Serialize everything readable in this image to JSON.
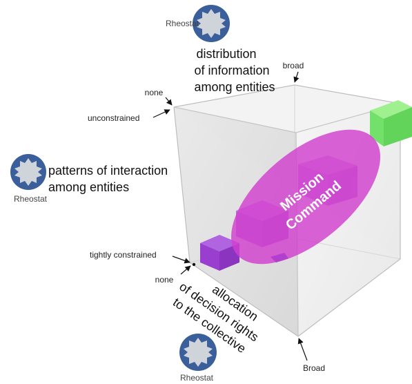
{
  "diagram": {
    "rheostats": [
      {
        "label": "Rheostat"
      },
      {
        "label": "Rheostat"
      },
      {
        "label": "Rheostat"
      }
    ],
    "axis_information": {
      "title_lines": [
        "distribution",
        "of information",
        "among entities"
      ],
      "min_label": "none",
      "max_label": "broad"
    },
    "axis_interaction": {
      "title_lines": [
        "patterns of interaction",
        "among entities"
      ],
      "min_label": "tightly constrained",
      "max_label": "unconstrained"
    },
    "axis_decision": {
      "title_lines": [
        "allocation",
        "of decision rights",
        "to the collective"
      ],
      "min_label": "none",
      "max_label": "Broad"
    },
    "region_label_lines": [
      "Mission",
      "Command"
    ],
    "colors": {
      "cube_edge": "#bdbdbd",
      "rheostat_ring": "#3a5f9a",
      "rheostat_fill": "#cfd3da",
      "mission_ellipse": "#d23fce",
      "low_cube": "#9a3ed0",
      "mid_cube": "#b05bd8",
      "high_cube": "#74e06c"
    }
  }
}
